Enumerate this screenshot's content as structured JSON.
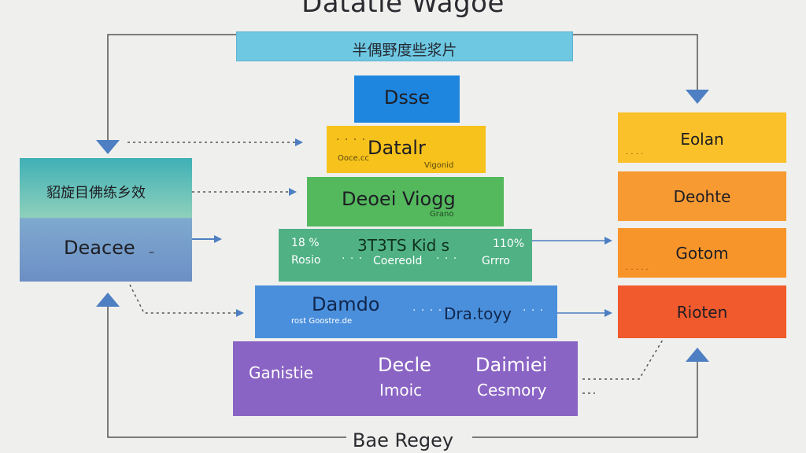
{
  "title": "Datatie Wagoe",
  "footer": "Bae Regey",
  "banner": "半偶野度些浆片",
  "pyramid": {
    "level1": {
      "label": "Dsse"
    },
    "level2": {
      "label": "Datalr",
      "sub_left": "Ooce.cc",
      "sub_right": "Vigonid"
    },
    "level3": {
      "label": "Deoei Viogg",
      "sub": "Grano"
    },
    "level4": {
      "left_top": "18 %",
      "left_bottom": "Rosio",
      "mid_top": "3T3TS  Kid  s",
      "mid_bottom": "Coereold",
      "right_top": "110%",
      "right_bottom": "Grrro"
    },
    "level5": {
      "left_top": "Damdo",
      "left_bottom": "rost Goostre.de",
      "right": "Dra.toyy"
    },
    "level6": {
      "col1": "Ganistie",
      "col2_top": "Decle",
      "col2_bottom": "Imoic",
      "col3_top": "Daimiei",
      "col3_bottom": "Cesmory"
    }
  },
  "left_panel": {
    "top_label": "貂旋目佛练乡效",
    "bottom_label": "Deacee"
  },
  "right_stack": [
    {
      "label": "Eolan"
    },
    {
      "label": "Deohte"
    },
    {
      "label": "Gotom"
    },
    {
      "label": "Rioten"
    }
  ],
  "colors": {
    "banner": "#6fc8e2",
    "pyramid": [
      "#1f86df",
      "#f6c21b",
      "#54b85d",
      "#4fb184",
      "#4a8fdc",
      "#8a64c4"
    ],
    "right_stack": [
      "#fbc12a",
      "#f79a32",
      "#f8952a",
      "#f15a2d"
    ],
    "arrow": "#4d7fc2"
  }
}
